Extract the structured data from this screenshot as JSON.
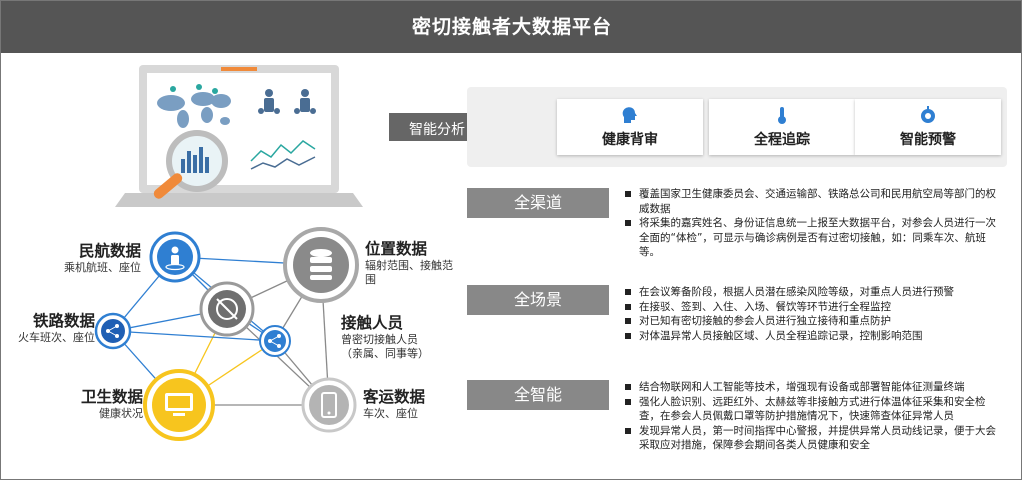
{
  "header": {
    "title": "密切接触者大数据平台"
  },
  "arrow": {
    "label": "智能分析"
  },
  "features": [
    {
      "label": "健康背审",
      "icon": "head-icon"
    },
    {
      "label": "全程追踪",
      "icon": "thermometer-icon"
    },
    {
      "label": "智能预警",
      "icon": "warning-icon"
    }
  ],
  "sections": [
    {
      "tag": "全渠道",
      "bullets": [
        "覆盖国家卫生健康委员会、交通运输部、铁路总公司和民用航空局等部门的权威数据",
        "将采集的嘉宾姓名、身份证信息统一上报至大数据平台，对参会人员进行一次全面的“体检”，可显示与确诊病例是否有过密切接触，如：同乘车次、航班等。"
      ]
    },
    {
      "tag": "全场景",
      "bullets": [
        "在会议筹备阶段，根据人员潜在感染风险等级，对重点人员进行预警",
        "在接驳、签到、入住、入场、餐饮等环节进行全程监控",
        "对已知有密切接触的参会人员进行独立接待和重点防护",
        "对体温异常人员接触区域、人员全程追踪记录，控制影响范围"
      ]
    },
    {
      "tag": "全智能",
      "bullets": [
        "结合物联网和人工智能等技术，增强现有设备或部署智能体征测量终端",
        "强化人脸识别、远距红外、太赫兹等非接触方式进行体温体征采集和安全检查，在参会人员佩戴口罩等防护措施情况下，快速筛查体征异常人员",
        "发现异常人员，第一时间指挥中心警报，并提供异常人员动线记录，便于大会采取应对措施，保障参会期间各类人员健康和安全"
      ]
    }
  ],
  "sources": {
    "civil_aviation": {
      "title": "民航数据",
      "sub": "乘机航班、座位"
    },
    "railway": {
      "title": "铁路数据",
      "sub": "火车班次、座位"
    },
    "health": {
      "title": "卫生数据",
      "sub": "健康状况"
    },
    "location": {
      "title": "位置数据",
      "sub": "辐射范围、接触范围"
    },
    "contacts": {
      "title": "接触人员",
      "sub": "曾密切接触人员（亲属、同事等）"
    },
    "transport": {
      "title": "客运数据",
      "sub": "车次、座位"
    }
  },
  "colors": {
    "header": "#555555",
    "tag": "#888888",
    "blue": "#2f7fd2",
    "yellow": "#f7c51e",
    "gray": "#8a8a8a"
  }
}
